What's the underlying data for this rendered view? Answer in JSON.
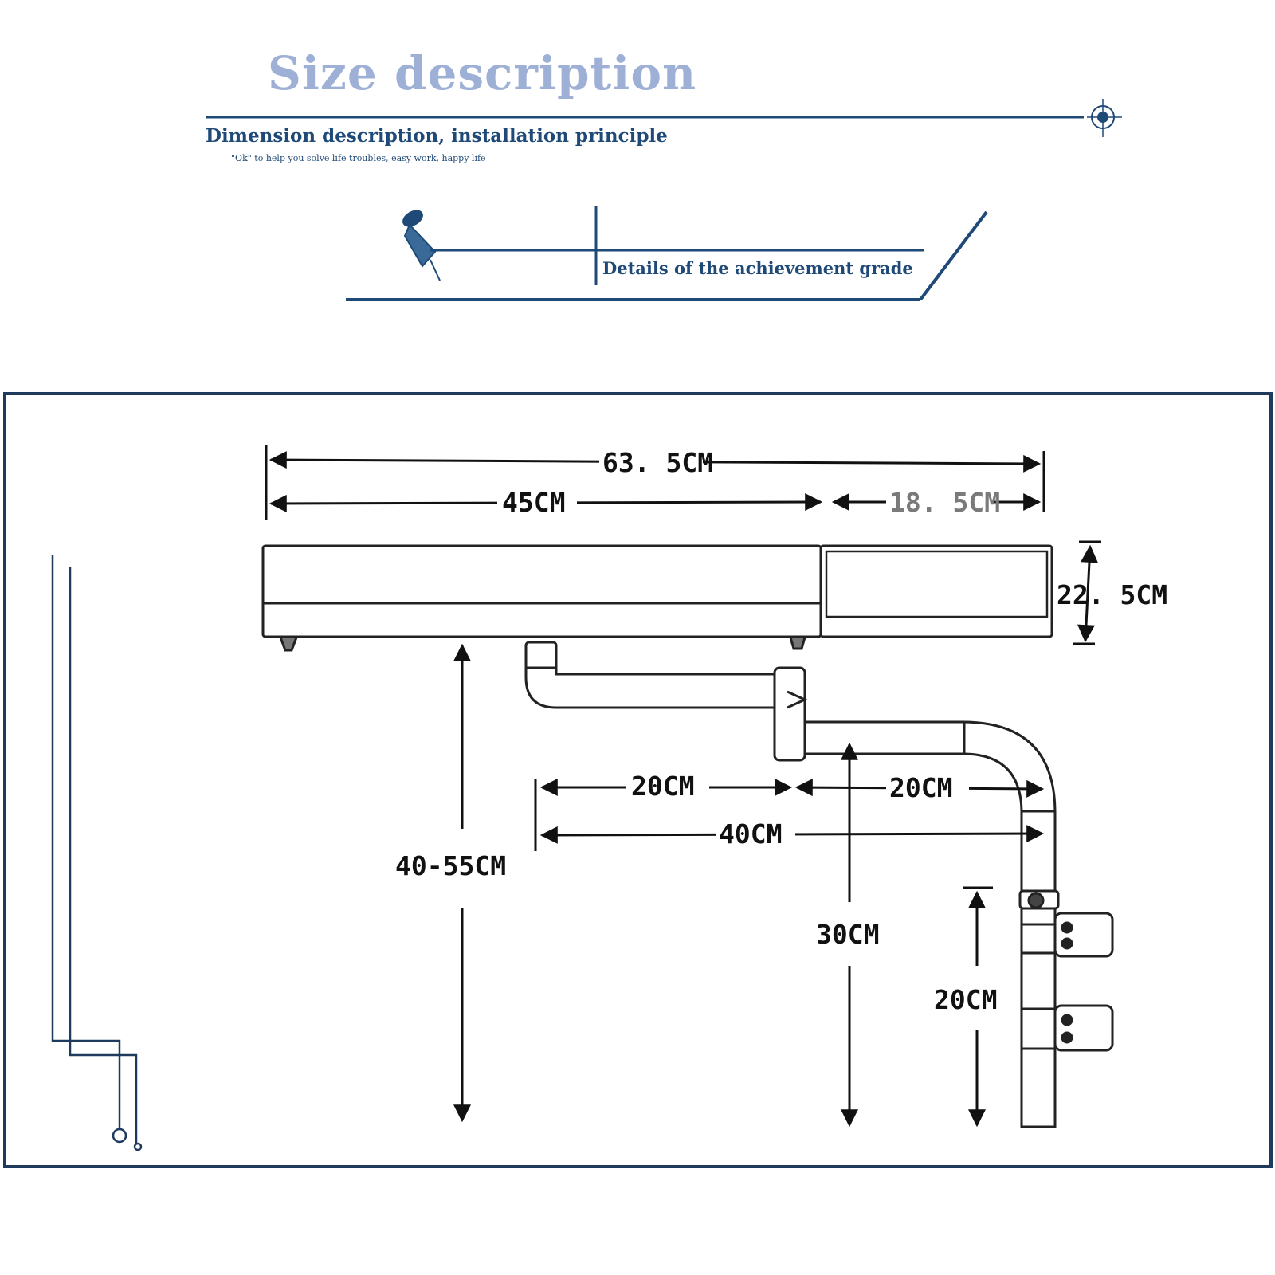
{
  "header": {
    "title": "Size description",
    "subtitle": "Dimension description, installation principle",
    "tagline": "\"Ok\" to help you solve life troubles, easy work, happy life",
    "details_label": "Details of the achievement grade"
  },
  "colors": {
    "title": "#9fb0d6",
    "accent": "#1f4a78",
    "frame": "#1e3a5c",
    "ink": "#111111"
  },
  "icons": [
    "pushpin-icon",
    "crosshair-target-icon"
  ],
  "dimensions": {
    "total_length": "63. 5CM",
    "main_length": "45CM",
    "side_length": "18. 5CM",
    "height": "22. 5CM",
    "adjust_height": "40-55CM",
    "arm_seg1": "20CM",
    "arm_seg2": "20CM",
    "arm_total": "40CM",
    "pole_drop": "30CM",
    "clamp_span": "20CM"
  }
}
